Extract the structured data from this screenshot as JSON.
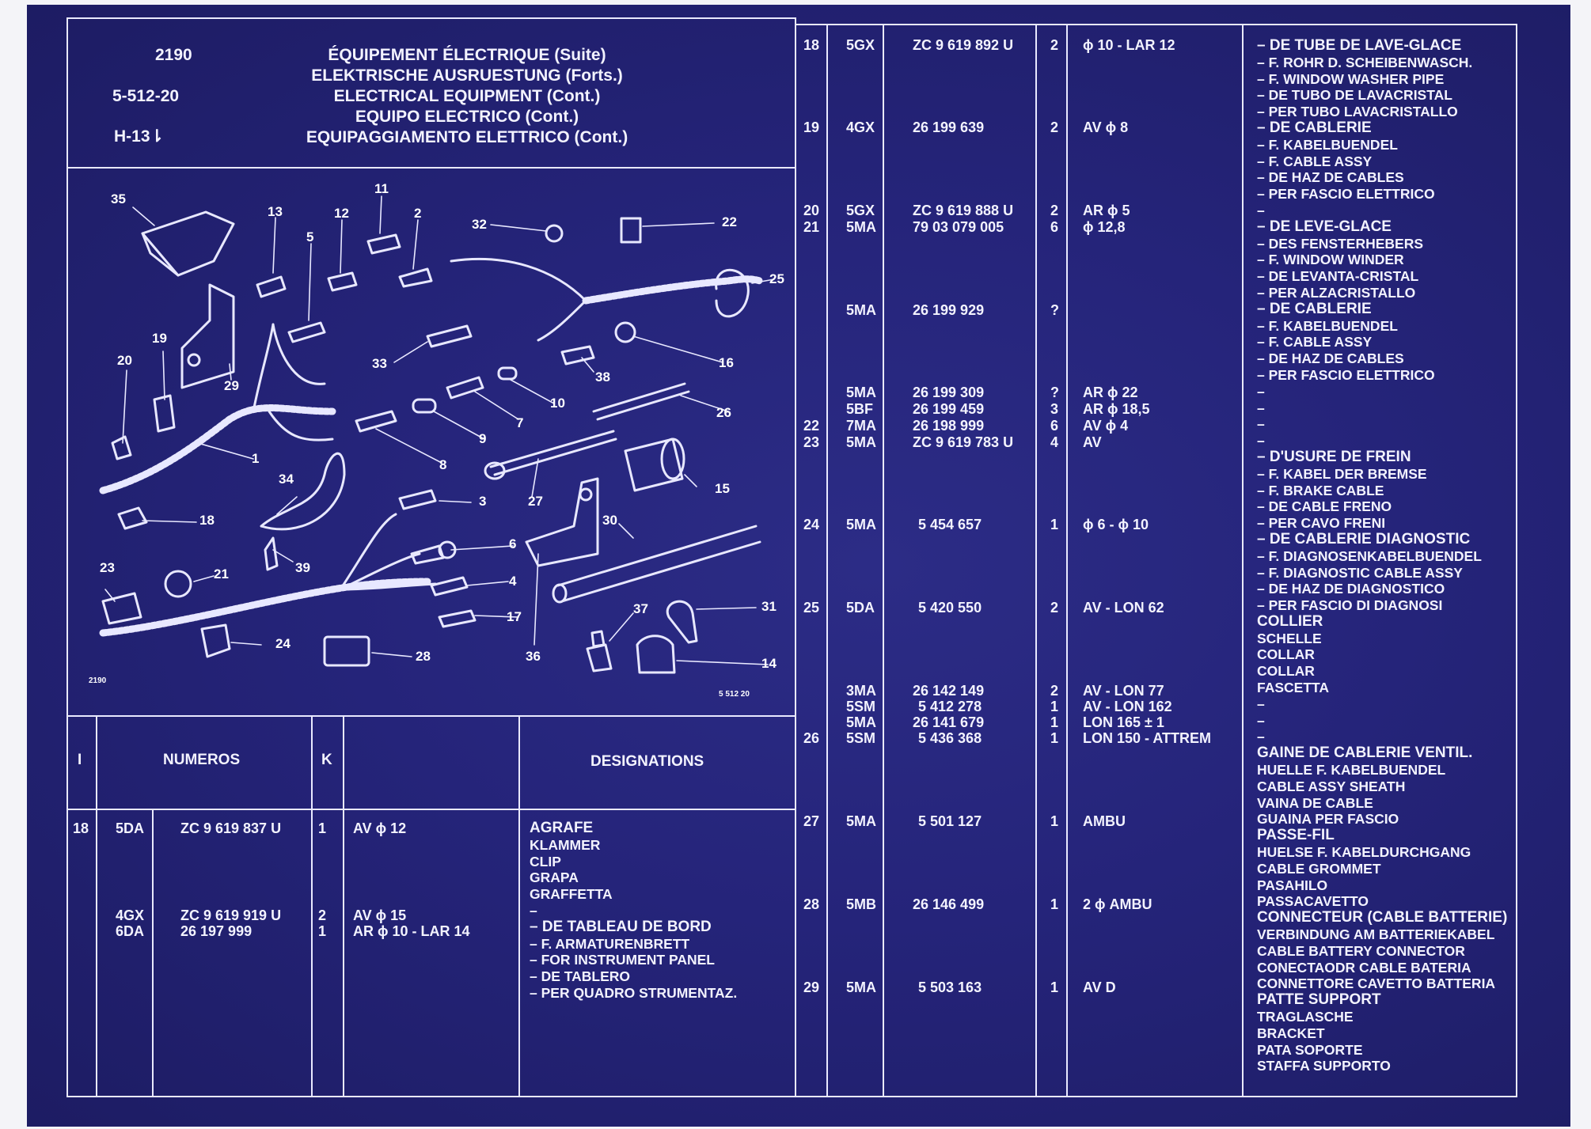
{
  "header": {
    "code_2190": "2190",
    "code_section": "5-512-20",
    "code_ref": "H-13⇂",
    "titles": [
      "ÉQUIPEMENT ÉLECTRIQUE (Suite)",
      "ELEKTRISCHE AUSRUESTUNG (Forts.)",
      "ELECTRICAL EQUIPMENT (Cont.)",
      "EQUIPO ELECTRICO (Cont.)",
      "EQUIPAGGIAMENTO ELETTRICO (Cont.)"
    ]
  },
  "diagram": {
    "label_left": "2190",
    "label_right": "5 512 20",
    "callouts": [
      "1",
      "2",
      "3",
      "4",
      "5",
      "6",
      "7",
      "8",
      "9",
      "10",
      "11",
      "12",
      "13",
      "14",
      "15",
      "16",
      "17",
      "18",
      "19",
      "20",
      "21",
      "22",
      "23",
      "24",
      "25",
      "26",
      "27",
      "28",
      "29",
      "30",
      "31",
      "32",
      "33",
      "34",
      "35",
      "36",
      "37",
      "38",
      "39"
    ]
  },
  "table_header": {
    "col_i": "I",
    "col_numeros": "NUMEROS",
    "col_k": "K",
    "col_designations": "DESIGNATIONS"
  },
  "left_rows": [
    {
      "i": "18",
      "code": "5DA",
      "num": "ZC 9 619 837 U",
      "k": "1",
      "note": "AV ϕ 12"
    },
    {
      "i": "",
      "code": "4GX",
      "num": "ZC 9 619 919 U",
      "k": "2",
      "note": "AV ϕ 15"
    },
    {
      "i": "",
      "code": "6DA",
      "num": "26 197 999",
      "k": "1",
      "note": "AR ϕ 10 - LAR 14"
    }
  ],
  "left_designations": [
    "AGRAFE",
    "KLAMMER",
    "CLIP",
    "GRAPA",
    "GRAFFETTA",
    "–",
    "– DE TABLEAU DE BORD",
    "– F. ARMATURENBRETT",
    "– FOR INSTRUMENT PANEL",
    "– DE TABLERO",
    "– PER QUADRO STRUMENTAZ."
  ],
  "right_rows": [
    {
      "i": "18",
      "code": "5GX",
      "num": "ZC 9 619 892 U",
      "k": "2",
      "note": "ϕ 10 - LAR 12"
    },
    {
      "i": "19",
      "code": "4GX",
      "num": "26 199 639",
      "k": "2",
      "note": "AV ϕ 8"
    },
    {
      "i": "20",
      "code": "5GX",
      "num": "ZC 9 619 888 U",
      "k": "2",
      "note": "AR ϕ 5"
    },
    {
      "i": "21",
      "code": "5MA",
      "num": "79 03 079 005",
      "k": "6",
      "note": "ϕ 12,8"
    },
    {
      "i": "",
      "code": "5MA",
      "num": "26 199 929",
      "k": "?",
      "note": ""
    },
    {
      "i": "",
      "code": "5MA",
      "num": "26 199 309",
      "k": "?",
      "note": "AR ϕ 22"
    },
    {
      "i": "",
      "code": "5BF",
      "num": "26 199 459",
      "k": "3",
      "note": "AR ϕ 18,5"
    },
    {
      "i": "22",
      "code": "7MA",
      "num": "26 198 999",
      "k": "6",
      "note": "AV ϕ 4"
    },
    {
      "i": "23",
      "code": "5MA",
      "num": "ZC 9 619 783 U",
      "k": "4",
      "note": "AV"
    },
    {
      "i": "24",
      "code": "5MA",
      "num": "5 454 657",
      "k": "1",
      "note": "ϕ 6 - ϕ 10"
    },
    {
      "i": "25",
      "code": "5DA",
      "num": "5 420 550",
      "k": "2",
      "note": "AV - LON 62"
    },
    {
      "i": "",
      "code": "3MA",
      "num": "26 142 149",
      "k": "2",
      "note": "AV - LON 77"
    },
    {
      "i": "",
      "code": "5SM",
      "num": "5 412 278",
      "k": "1",
      "note": "AV - LON 162"
    },
    {
      "i": "",
      "code": "5MA",
      "num": "26 141 679",
      "k": "1",
      "note": "LON 165 ± 1"
    },
    {
      "i": "26",
      "code": "5SM",
      "num": "5 436 368",
      "k": "1",
      "note": "LON 150 - ATTREM"
    },
    {
      "i": "27",
      "code": "5MA",
      "num": "5 501 127",
      "k": "1",
      "note": "AMBU"
    },
    {
      "i": "28",
      "code": "5MB",
      "num": "26 146 499",
      "k": "1",
      "note": "2 ϕ AMBU"
    },
    {
      "i": "29",
      "code": "5MA",
      "num": "5 503 163",
      "k": "1",
      "note": "AV D"
    }
  ],
  "right_designations": [
    "– DE TUBE DE LAVE-GLACE",
    "– F. ROHR D. SCHEIBENWASCH.",
    "– F. WINDOW WASHER PIPE",
    "– DE TUBO DE LAVACRISTAL",
    "– PER TUBO LAVACRISTALLO",
    "– DE CABLERIE",
    "– F. KABELBUENDEL",
    "– F. CABLE ASSY",
    "– DE HAZ DE CABLES",
    "– PER FASCIO ELETTRICO",
    "–",
    "– DE LEVE-GLACE",
    "– DES FENSTERHEBERS",
    "– F. WINDOW  WINDER",
    "– DE LEVANTA-CRISTAL",
    "– PER ALZACRISTALLO",
    "– DE CABLERIE",
    "– F. KABELBUENDEL",
    "– F. CABLE ASSY",
    "– DE HAZ DE CABLES",
    "– PER FASCIO ELETTRICO",
    "–",
    "–",
    "–",
    "–",
    "– D'USURE DE FREIN",
    "– F. KABEL DER BREMSE",
    "– F. BRAKE CABLE",
    "– DE CABLE FRENO",
    "– PER CAVO FRENI",
    "– DE CABLERIE DIAGNOSTIC",
    "– F. DIAGNOSENKABELBUENDEL",
    "– F. DIAGNOSTIC CABLE ASSY",
    "– DE HAZ DE DIAGNOSTICO",
    "– PER FASCIO DI DIAGNOSI",
    "COLLIER",
    "SCHELLE",
    "COLLAR",
    "COLLAR",
    "FASCETTA",
    "–",
    "–",
    "–",
    "GAINE DE CABLERIE VENTIL.",
    "HUELLE F. KABELBUENDEL",
    "CABLE ASSY SHEATH",
    "VAINA DE CABLE",
    "GUAINA PER FASCIO",
    "PASSE-FIL",
    "HUELSE F. KABELDURCHGANG",
    "CABLE GROMMET",
    "PASAHILO",
    "PASSACAVETTO",
    "CONNECTEUR (CABLE BATTERIE)",
    "VERBINDUNG AM BATTERIEKABEL",
    "CABLE BATTERY CONNECTOR",
    "CONECTAODR CABLE BATERIA",
    "CONNETTORE CAVETTO BATTERIA",
    "PATTE SUPPORT",
    "TRAGLASCHE",
    "BRACKET",
    "PATA SOPORTE",
    "STAFFA SUPPORTO"
  ],
  "colors": {
    "background": "#25247a",
    "ink": "#f3f3ff"
  }
}
